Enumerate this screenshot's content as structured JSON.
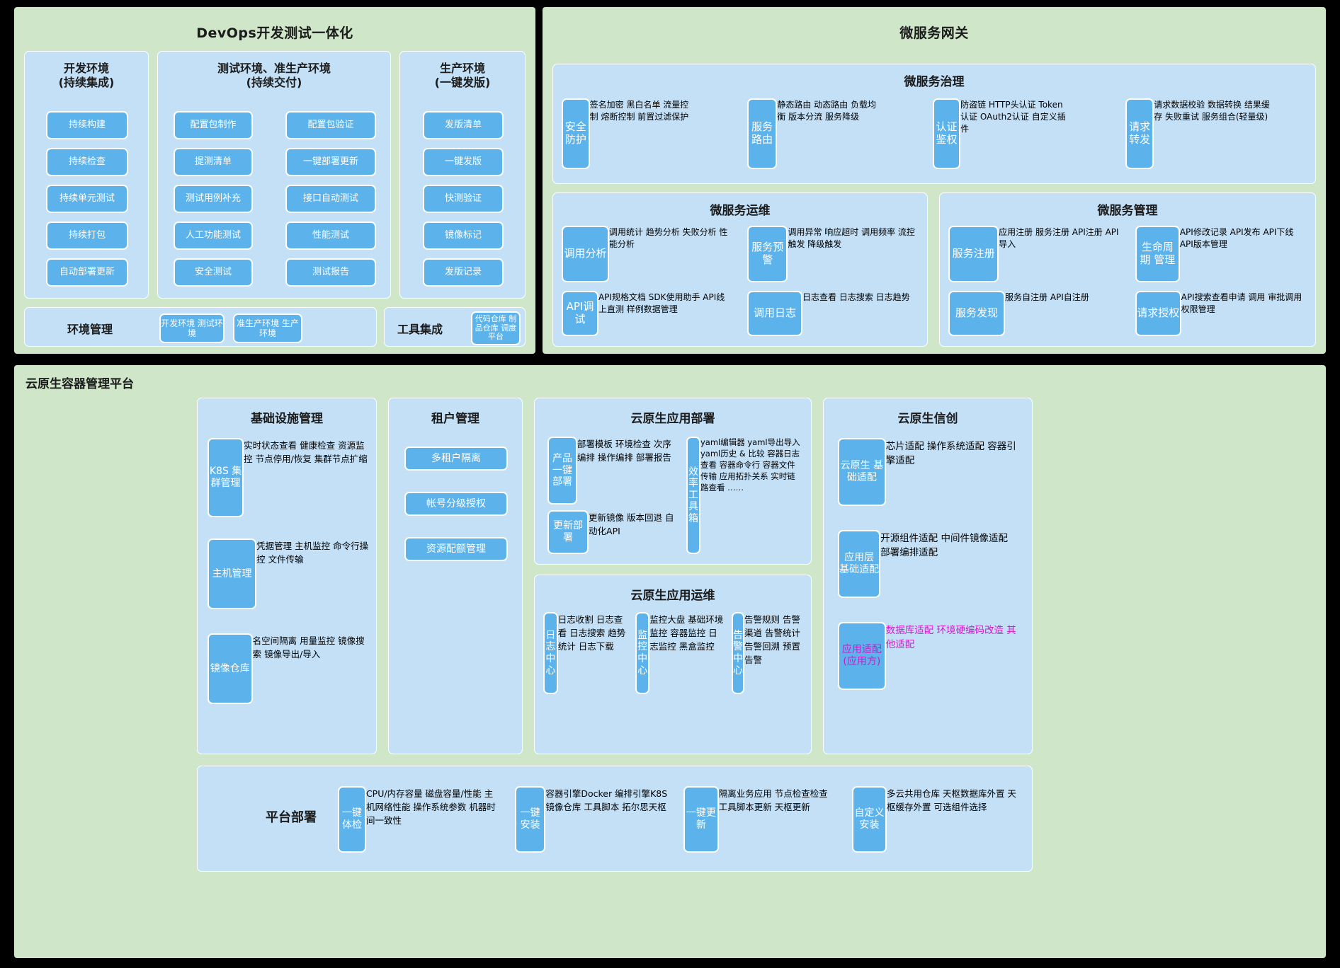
{
  "devops": {
    "title": "DevOps开发测试一体化",
    "columns": [
      {
        "heading": "开发环境\n(持续集成)",
        "items": [
          "持续构建",
          "持续检查",
          "持续单元测试",
          "持续打包",
          "自动部署更新"
        ]
      },
      {
        "heading": "测试环境、准生产环境\n(持续交付)",
        "left_items": [
          "配置包制作",
          "提测清单",
          "测试用例补充",
          "人工功能测试",
          "安全测试"
        ],
        "right_items": [
          "配置包验证",
          "一键部署更新",
          "接口自动测试",
          "性能测试",
          "测试报告"
        ]
      },
      {
        "heading": "生产环境\n(一键发版)",
        "items": [
          "发版清单",
          "一键发版",
          "快测验证",
          "镜像标记",
          "发版记录"
        ]
      }
    ],
    "env_mgmt": {
      "label": "环境管理",
      "chips": [
        "开发环境\n测试环境",
        "准生产环境\n生产环境"
      ]
    },
    "tool_integration": {
      "label": "工具集成",
      "chips": [
        "代码仓库\n制品仓库\n调度平台"
      ]
    }
  },
  "gateway": {
    "title": "微服务网关",
    "governance": {
      "title": "微服务治理",
      "pairs": [
        {
          "name": "安全防护",
          "detail": "签名加密\n黑白名单\n流量控制\n熔断控制\n前置过滤保护"
        },
        {
          "name": "服务路由",
          "detail": "静态路由\n动态路由\n负载均衡\n版本分流\n服务降级"
        },
        {
          "name": "认证鉴权",
          "detail": "防盗链\nHTTP头认证\nToken认证\nOAuth2认证\n自定义插件"
        },
        {
          "name": "请求转发",
          "detail": "请求数据校验\n数据转换\n结果缓存\n失败重试\n服务组合(轻量级)"
        }
      ]
    },
    "ops": {
      "title": "微服务运维",
      "pairs": [
        {
          "name": "调用分析",
          "detail": "调用统计\n趋势分析\n失败分析\n性能分析"
        },
        {
          "name": "服务预警",
          "detail": "调用异常\n响应超时\n调用频率\n流控触发\n降级触发"
        },
        {
          "name": "API调试",
          "detail": "API规格文档\nSDK使用助手\nAPI线上直测\n样例数据管理"
        },
        {
          "name": "调用日志",
          "detail": "日志查看\n日志搜索\n日志趋势"
        }
      ]
    },
    "manage": {
      "title": "微服务管理",
      "pairs": [
        {
          "name": "服务注册",
          "detail": "应用注册\n服务注册\nAPI注册\nAPI导入"
        },
        {
          "name": "生命周期\n管理",
          "detail": "API修改记录\nAPI发布\nAPI下线\nAPI版本管理"
        },
        {
          "name": "服务发现",
          "detail": "服务自注册\nAPI自注册"
        },
        {
          "name": "请求授权",
          "detail": "API搜索查看申请\n调用\n审批调用\n权限管理"
        }
      ]
    }
  },
  "cloud": {
    "title": "云原生容器管理平台",
    "infra": {
      "title": "基础设施管理",
      "pairs": [
        {
          "name": "K8S\n集群管理",
          "detail": "实时状态查看\n健康检查\n资源监控\n节点停用/恢复\n集群节点扩缩"
        },
        {
          "name": "主机管理",
          "detail": "凭据管理\n主机监控\n命令行操控\n文件传输"
        },
        {
          "name": "镜像仓库",
          "detail": "名空间隔离\n用量监控\n镜像搜索\n镜像导出/导入"
        }
      ]
    },
    "tenant": {
      "title": "租户管理",
      "chips": [
        "多租户隔离",
        "帐号分级授权",
        "资源配额管理"
      ]
    },
    "app_deploy": {
      "title": "云原生应用部署",
      "pairs": [
        {
          "name": "产品\n一键部署",
          "detail": "部署模板\n环境检查\n次序编排\n操作编排\n部署报告"
        },
        {
          "name": "更新部署",
          "detail": "更新镜像\n版本回退\n自动化API"
        },
        {
          "name": "效率\n工具箱",
          "detail": "yaml编辑器\nyaml导出导入\nyaml历史 & 比较\n容器日志查看\n容器命令行\n容器文件传输\n应用拓扑关系\n实时链路查看\n……"
        }
      ]
    },
    "app_ops": {
      "title": "云原生应用运维",
      "pairs": [
        {
          "name": "日志\n中心",
          "detail": "日志收割\n日志查看\n日志搜索\n趋势统计\n日志下载"
        },
        {
          "name": "监控\n中心",
          "detail": "监控大盘\n基础环境监控\n容器监控\n日志监控\n黑盒监控"
        },
        {
          "name": "告警\n中心",
          "detail": "告警规则\n告警渠道\n告警统计\n告警回溯\n预置告警"
        }
      ]
    },
    "xinchuang": {
      "title": "云原生信创",
      "pairs": [
        {
          "name": "云原生\n基础适配",
          "detail": "芯片适配\n操作系统适配\n容器引擎适配",
          "highlight": false
        },
        {
          "name": "应用层\n基础适配",
          "detail": "开源组件适配\n中间件镜像适配\n部署编排适配",
          "highlight": false
        },
        {
          "name": "应用适配\n(应用方)",
          "detail": "数据库适配\n环境硬编码改造\n其他适配",
          "highlight": true
        }
      ]
    },
    "platform_deploy": {
      "title": "平台部署",
      "pairs": [
        {
          "name": "一键体检",
          "detail": "CPU/内存容量\n磁盘容量/性能\n主机网络性能\n操作系统参数\n机器时间一致性"
        },
        {
          "name": "一键安装",
          "detail": "容器引擎Docker\n编排引擎K8S\n镜像仓库\n工具脚本\n拓尔思天枢"
        },
        {
          "name": "一键更新",
          "detail": "隔离业务应用\n节点检查检查\n工具脚本更新\n天枢更新"
        },
        {
          "name": "自定义\n安装",
          "detail": "多云共用仓库\n天枢数据库外置\n天枢缓存外置\n可选组件选择"
        }
      ]
    }
  },
  "colors": {
    "green_panel": "#cfe6c8",
    "blue_panel": "#c3e0f7",
    "chip_blue": "#5cb3ec",
    "highlight_magenta": "#d119c9",
    "background": "#000000"
  }
}
